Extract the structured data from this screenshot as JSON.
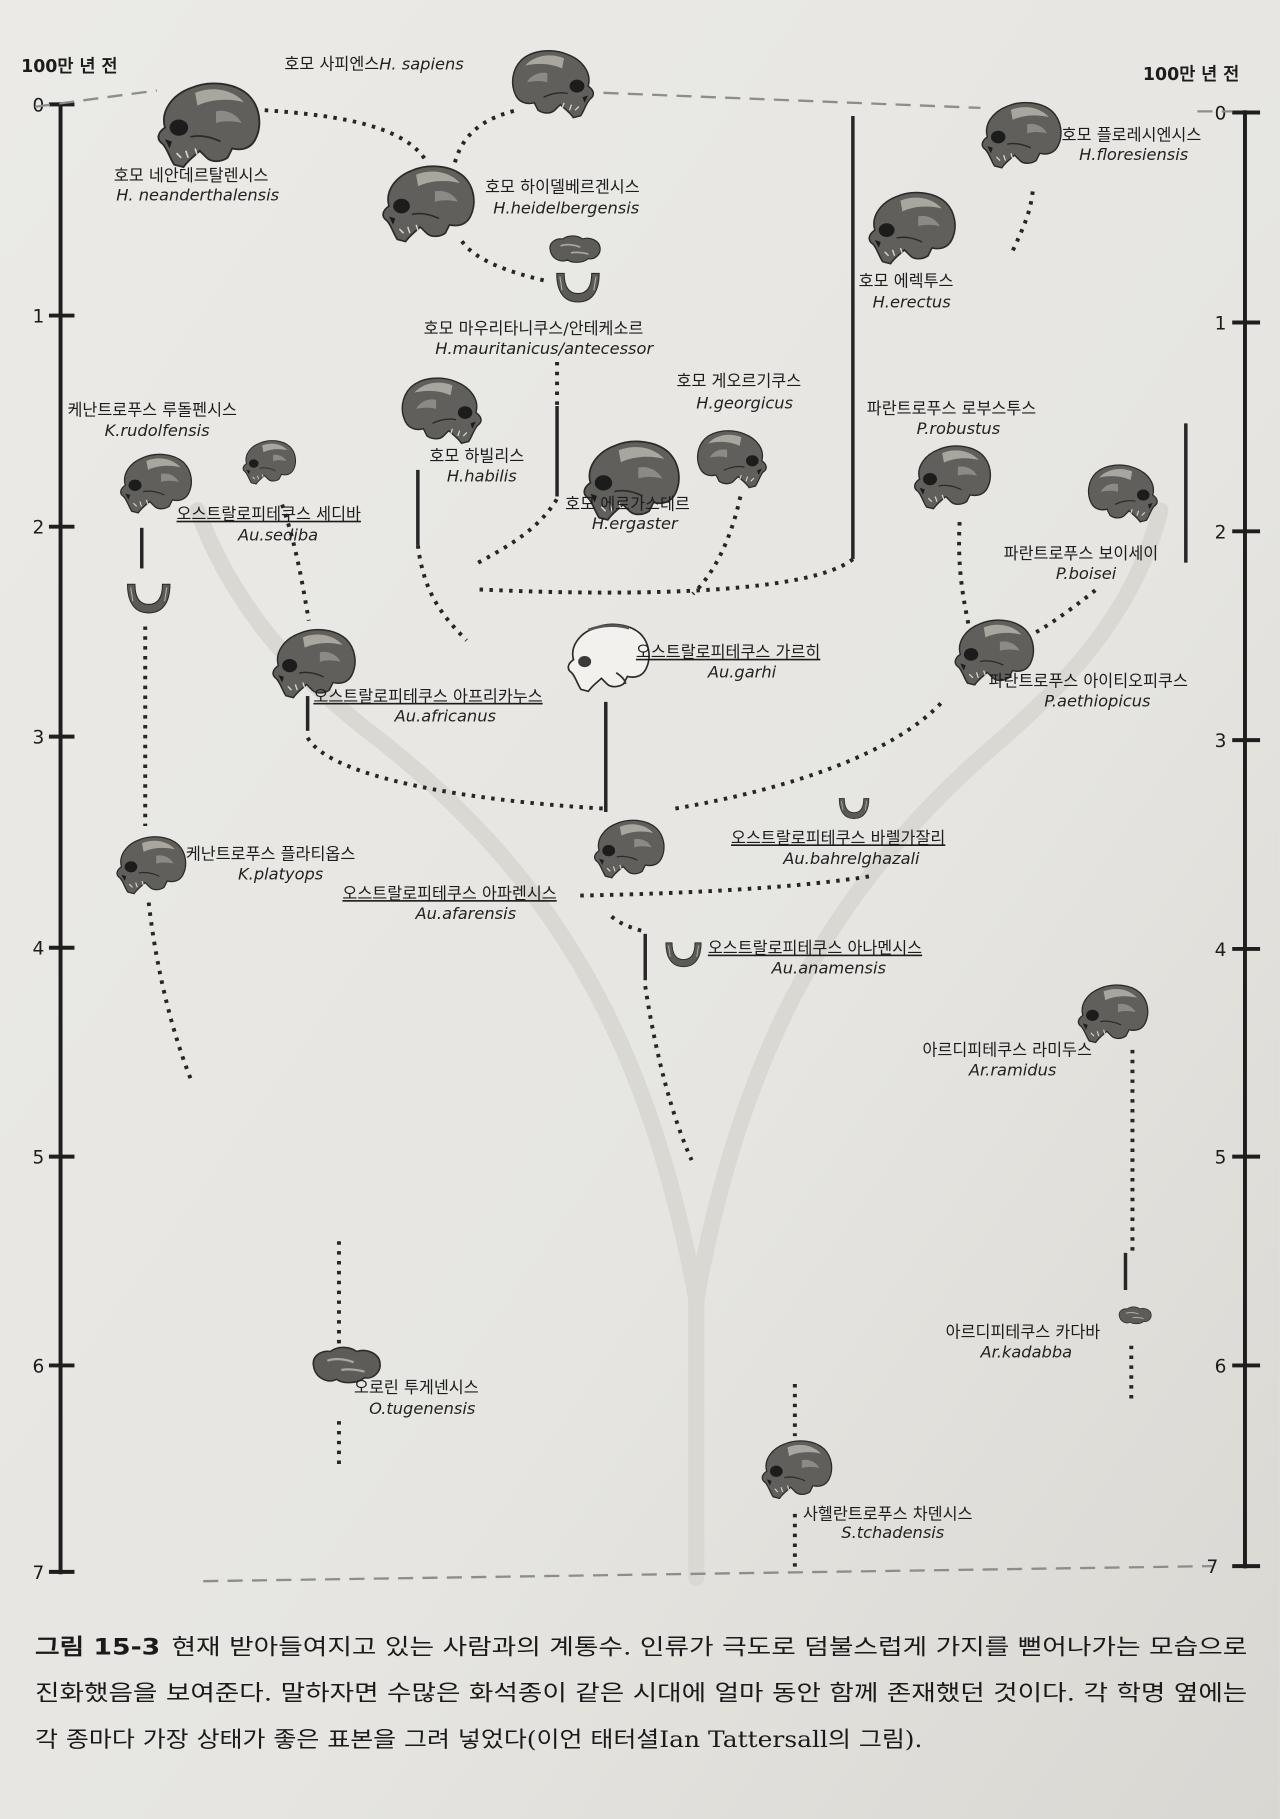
{
  "axis": {
    "left_title": "100만 년 전",
    "right_title": "100만 년 전",
    "ticks": [
      "0",
      "1",
      "2",
      "3",
      "4",
      "5",
      "6",
      "7"
    ]
  },
  "species": {
    "sapiens": {
      "ko": "호모 사피엔스",
      "la": "H. sapiens"
    },
    "neanderthalensis": {
      "ko": "호모 네안데르탈렌시스",
      "la": "H. neanderthalensis"
    },
    "heidelbergensis": {
      "ko": "호모 하이델베르겐시스",
      "la": "H.heidelbergensis"
    },
    "mauritanicus": {
      "ko": "호모 마우리타니쿠스/안테케소르",
      "la": "H.mauritanicus/antecessor"
    },
    "erectus": {
      "ko": "호모 에렉투스",
      "la": "H.erectus"
    },
    "floresiensis": {
      "ko": "호모 플로레시엔시스",
      "la": "H.floresiensis"
    },
    "rudolfensis": {
      "ko": "케난트로푸스 루돌펜시스",
      "la": "K.rudolfensis"
    },
    "sediba": {
      "ko": "오스트랄로피테쿠스 세디바",
      "la": "Au.sediba"
    },
    "habilis": {
      "ko": "호모 하빌리스",
      "la": "H.habilis"
    },
    "georgicus": {
      "ko": "호모 게오르기쿠스",
      "la": "H.georgicus"
    },
    "ergaster": {
      "ko": "호모 에르가스테르",
      "la": "H.ergaster"
    },
    "robustus": {
      "ko": "파란트로푸스 로부스투스",
      "la": "P.robustus"
    },
    "boisei": {
      "ko": "파란트로푸스 보이세이",
      "la": "P.boisei"
    },
    "africanus": {
      "ko": "오스트랄로피테쿠스 아프리카누스",
      "la": "Au.africanus"
    },
    "garhi": {
      "ko": "오스트랄로피테쿠스 가르히",
      "la": "Au.garhi"
    },
    "aethiopicus": {
      "ko": "파란트로푸스 아이티오피쿠스",
      "la": "P.aethiopicus"
    },
    "platyops": {
      "ko": "케난트로푸스 플라티옵스",
      "la": "K.platyops"
    },
    "bahrelghazali": {
      "ko": "오스트랄로피테쿠스 바렐가잘리",
      "la": "Au.bahrelghazali"
    },
    "afarensis": {
      "ko": "오스트랄로피테쿠스 아파렌시스",
      "la": "Au.afarensis"
    },
    "anamensis": {
      "ko": "오스트랄로피테쿠스 아나멘시스",
      "la": "Au.anamensis"
    },
    "ramidus": {
      "ko": "아르디피테쿠스 라미두스",
      "la": "Ar.ramidus"
    },
    "kadabba": {
      "ko": "아르디피테쿠스 카다바",
      "la": "Ar.kadabba"
    },
    "tugenensis": {
      "ko": "오로린 투게넨시스",
      "la": "O.tugenensis"
    },
    "tchadensis": {
      "ko": "사헬란트로푸스 차덴시스",
      "la": "S.tchadensis"
    }
  },
  "caption": {
    "label": "그림 15-3",
    "lines": [
      "현재 받아들여지고 있는 사람과의 계통수. 인류가 극도로 덤불스럽게 가지를 뻗어나가는 모습으로",
      "진화했음을 보여준다. 말하자면 수많은 화석종이 같은 시대에 얼마 동안 함께 존재했던 것이다. 각 학명 옆에는",
      "각 종마다 가장 상태가 좋은 표본을 그려 넣었다(이언 태터셜Ian Tattersall의 그림)."
    ]
  }
}
